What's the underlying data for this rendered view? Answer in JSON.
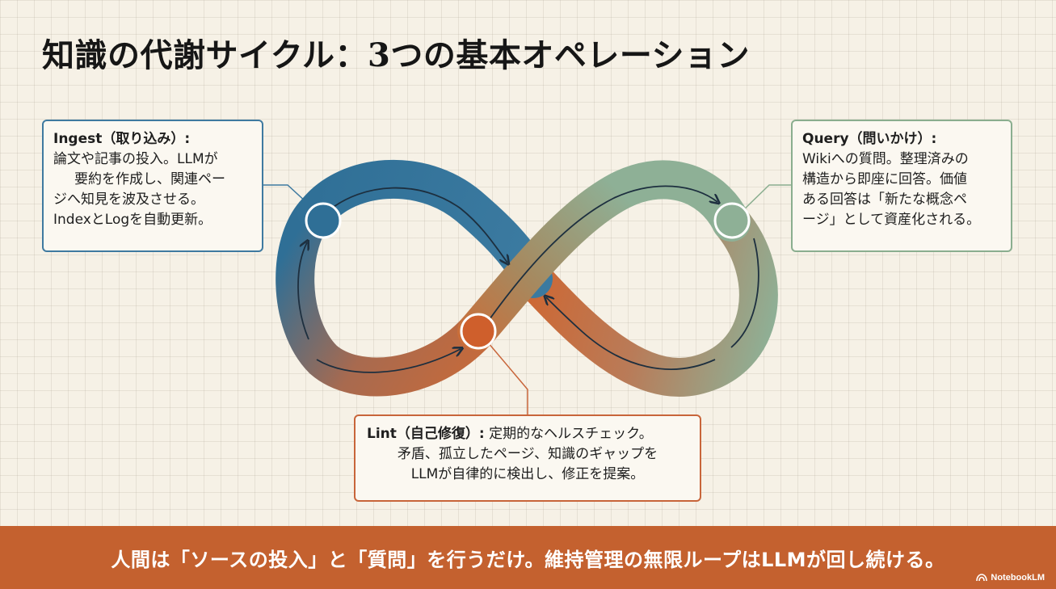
{
  "title": "知識の代謝サイクル：3つの基本オペレーション",
  "colors": {
    "ingest": "#3f7aa0",
    "lint": "#c8653a",
    "query": "#8aae8f",
    "footer": "#c4612f"
  },
  "ingest": {
    "heading": "Ingest（取り込み）:",
    "lines": [
      "論文や記事の投入。LLMが",
      "要約を作成し、関連ペー",
      "ジへ知見を波及させる。",
      "IndexとLogを自動更新。"
    ]
  },
  "query": {
    "heading": "Query（問いかけ）:",
    "lines": [
      "Wikiへの質問。整理済みの",
      "構造から即座に回答。価値",
      "ある回答は「新たな概念ペ",
      "ージ」として資産化される。"
    ]
  },
  "lint": {
    "heading": "Lint（自己修復）:",
    "line1_rest": "定期的なヘルスチェック。",
    "lines": [
      "矛盾、孤立したページ、知識のギャップを",
      "LLMが自律的に検出し、修正を提案。"
    ]
  },
  "footer": {
    "text": "人間は「ソースの投入」と「質問」を行うだけ。維持管理の無限ループはLLMが回し続ける。",
    "brand": "NotebookLM",
    "brand_icon": "notebooklm-logo-icon"
  }
}
